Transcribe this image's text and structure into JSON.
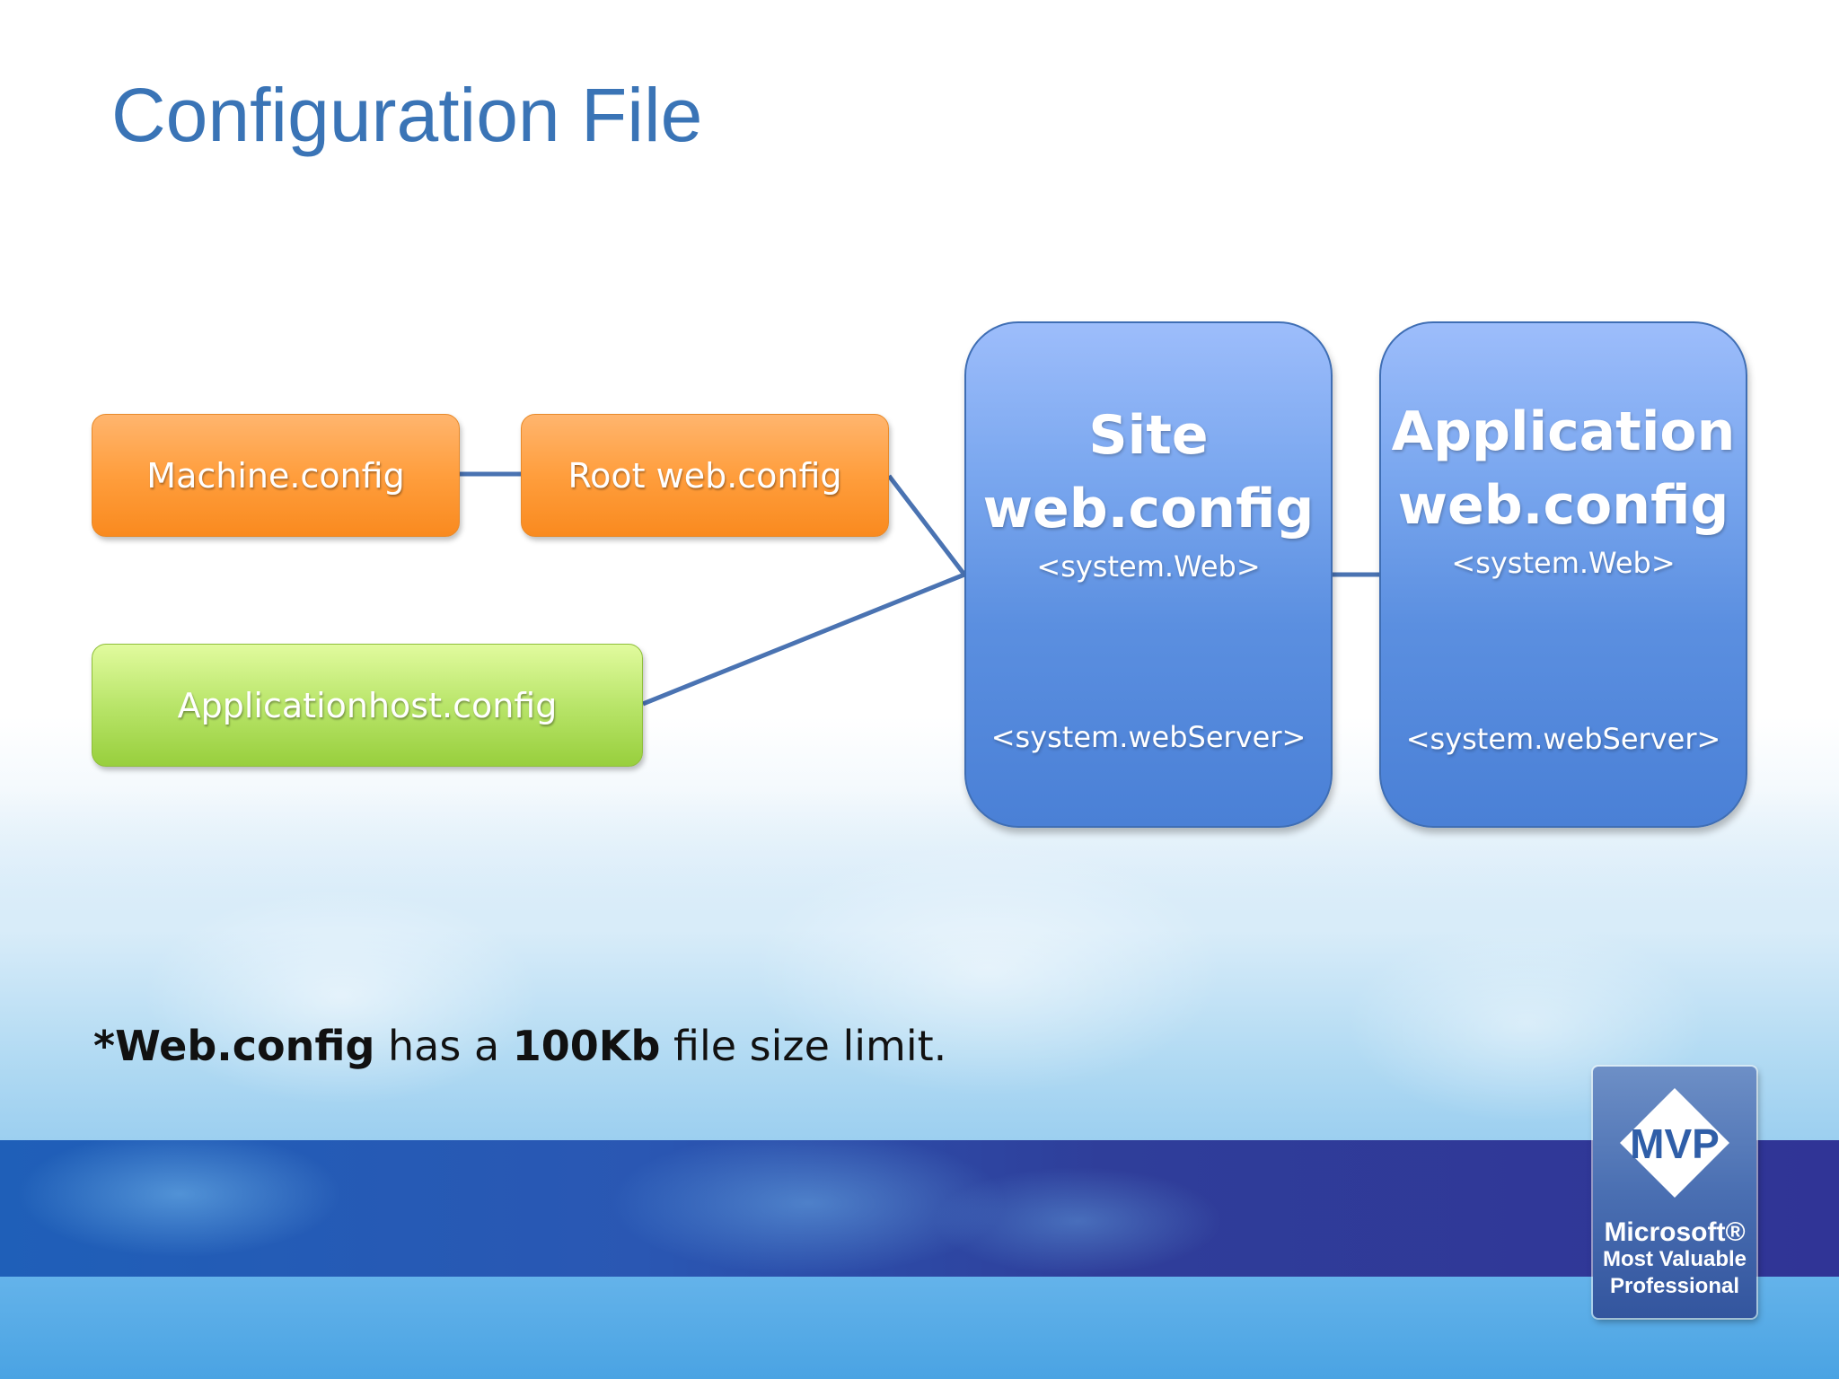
{
  "slide": {
    "title": "Configuration File"
  },
  "diagram": {
    "nodes": {
      "machine": "Machine.config",
      "root_web": "Root web.config",
      "applicationhost": "Applicationhost.config",
      "site": {
        "title_line1": "Site",
        "title_line2": "web.config",
        "section_web": "<system.Web>",
        "section_webserver": "<system.webServer>"
      },
      "application": {
        "title_line1": "Application",
        "title_line2": "web.config",
        "section_web": "<system.Web>",
        "section_webserver": "<system.webServer>"
      }
    },
    "edges": [
      [
        "Machine.config",
        "Root web.config"
      ],
      [
        "Root web.config",
        "Site web.config"
      ],
      [
        "Applicationhost.config",
        "Site web.config"
      ],
      [
        "Site web.config",
        "Application web.config"
      ]
    ],
    "colors": {
      "config_orange": "#ff9e3d",
      "applicationhost_green": "#b9e56a",
      "webconfig_blue": "#5b8fe0",
      "connector": "#4a73b2",
      "title": "#3a74b6"
    }
  },
  "note": {
    "prefix": "*",
    "bold1": "Web.config",
    "mid": " has a ",
    "bold2": "100Kb",
    "suffix": " file size limit."
  },
  "badge": {
    "logo": "MVP",
    "line1": "Microsoft®",
    "line2": "Most Valuable",
    "line3": "Professional"
  }
}
